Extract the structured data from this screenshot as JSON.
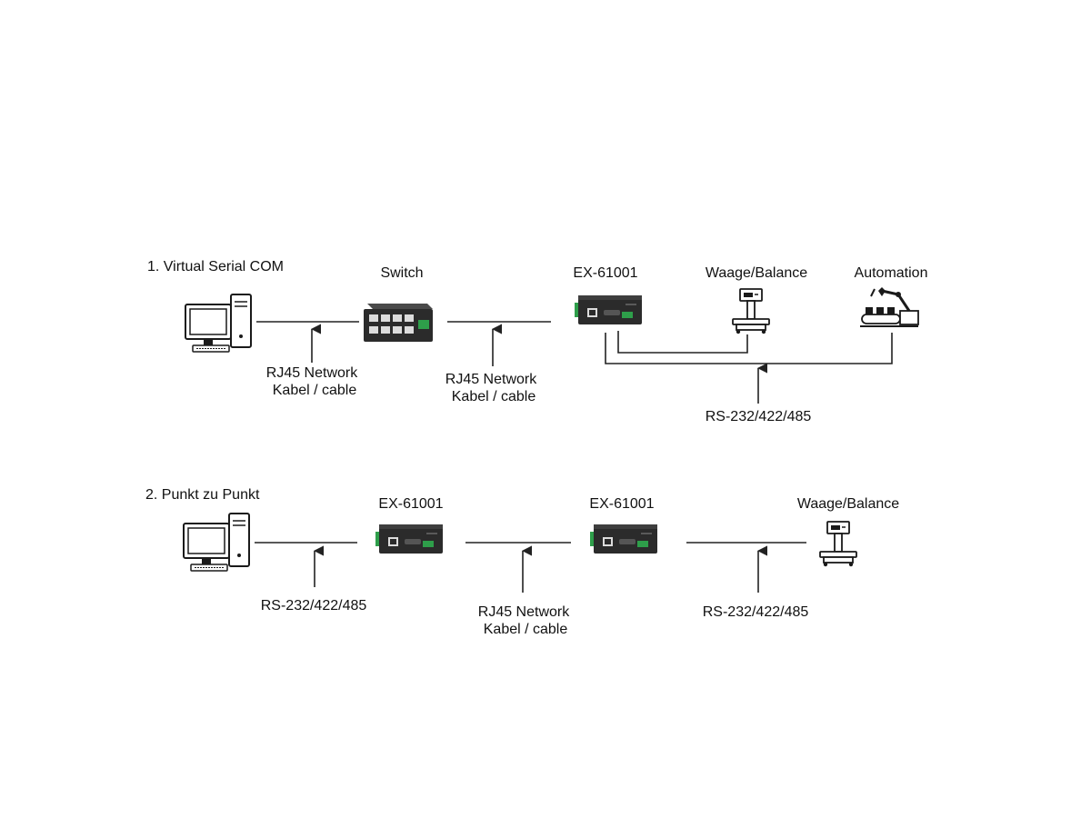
{
  "colors": {
    "line": "#222222",
    "device": "#2b2b2b",
    "terminal": "#2e9e4a",
    "port": "#dcdcdc"
  },
  "section1": {
    "title": "1. Virtual Serial COM",
    "switch_label": "Switch",
    "converter_label": "EX-61001",
    "balance_label": "Waage/Balance",
    "automation_label": "Automation",
    "cable1_line1": "RJ45 Network",
    "cable1_line2": "Kabel / cable",
    "cable2_line1": "RJ45 Network",
    "cable2_line2": "Kabel / cable",
    "serial_label": "RS-232/422/485"
  },
  "section2": {
    "title": "2. Punkt zu Punkt",
    "converter1_label": "EX-61001",
    "converter2_label": "EX-61001",
    "balance_label": "Waage/Balance",
    "serial1_label": "RS-232/422/485",
    "cable_line1": "RJ45 Network",
    "cable_line2": "Kabel / cable",
    "serial2_label": "RS-232/422/485"
  },
  "icons": [
    "computer-icon",
    "network-switch-icon",
    "converter-device-icon",
    "scale-icon",
    "robot-arm-icon"
  ]
}
